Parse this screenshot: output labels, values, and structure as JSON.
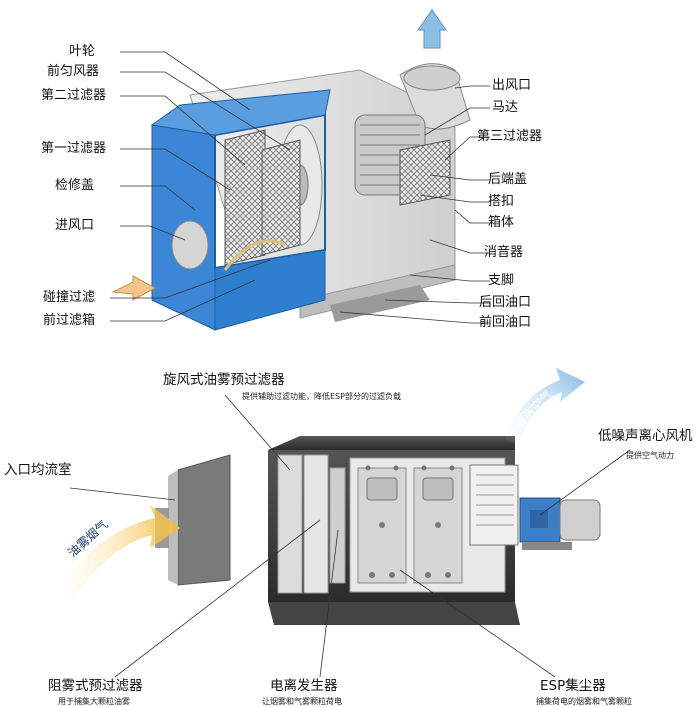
{
  "top_diagram": {
    "left_labels": [
      "叶轮",
      "前匀风器",
      "第二过滤器",
      "第一过滤器",
      "检修盖",
      "进风口",
      "碰撞过滤",
      "前过滤箱"
    ],
    "right_labels": [
      "出风口",
      "马达",
      "第三过滤器",
      "后端盖",
      "搭扣",
      "箱体",
      "消音器",
      "支脚",
      "后回油口",
      "前回油口"
    ]
  },
  "bottom_diagram": {
    "prefilter_cyclone": {
      "title": "旋风式油雾预过滤器",
      "desc": "提供辅助过滤功能，降低ESP部分的过滤负载"
    },
    "inlet_chamber": {
      "title": "入口均流室"
    },
    "fan": {
      "title": "低噪声离心风机",
      "desc": "提供空气动力"
    },
    "oil_smoke_arrow": "油雾烟气",
    "clean_air_arrow": "清洁空气",
    "mist_prefilter": {
      "title": "阻雾式预过滤器",
      "desc": "用于捕集大颗粒油雾"
    },
    "ionizer": {
      "title": "电离发生器",
      "desc": "让烟雾和气雾颗粒荷电"
    },
    "esp": {
      "title": "ESP集尘器",
      "desc": "捕集荷电的烟雾和气雾颗粒"
    }
  },
  "colors": {
    "housing_blue": "#2f7fd1",
    "body_gray": "#d9d9d9",
    "arrow_blue": "#9ec7ea",
    "arrow_yellow": "#f3c14b"
  }
}
